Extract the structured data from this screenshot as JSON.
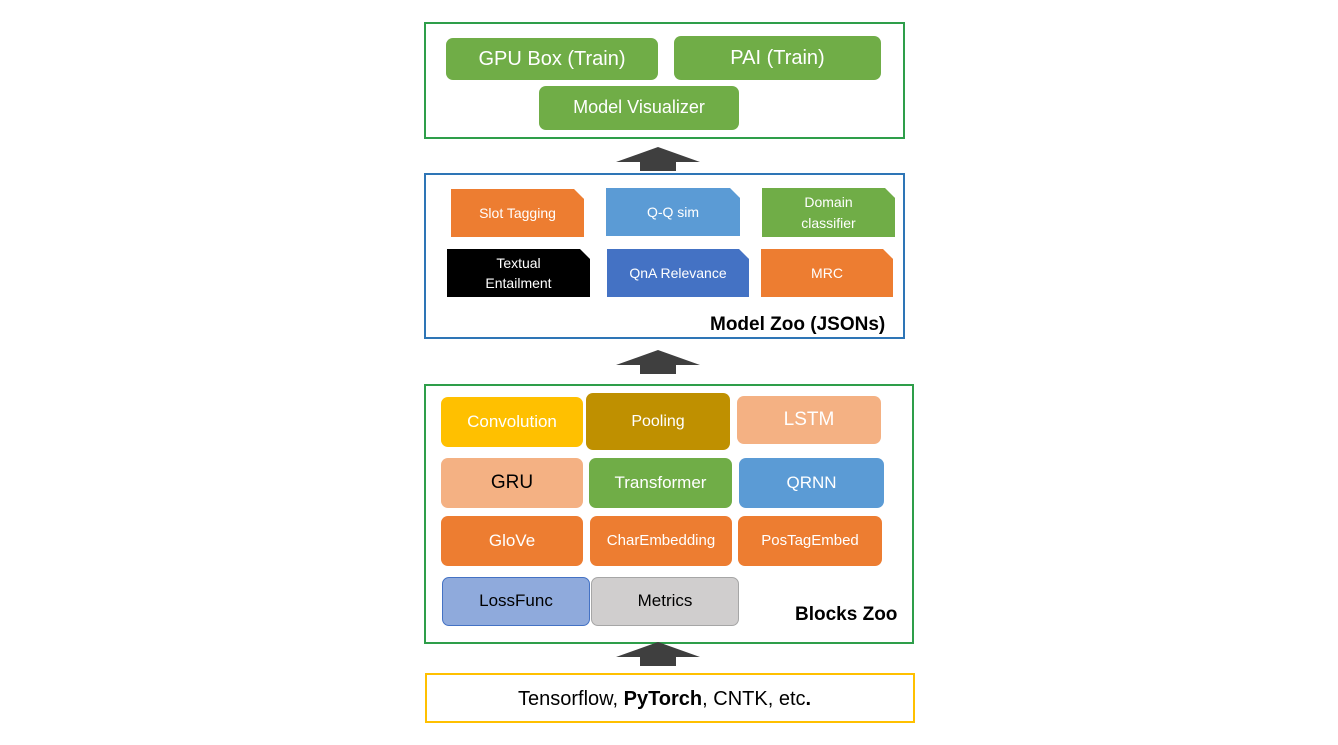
{
  "training": {
    "gpu_box": "GPU Box (Train)",
    "pai": "PAI (Train)",
    "visualizer": "Model Visualizer"
  },
  "model_zoo": {
    "label": "Model Zoo (JSONs)",
    "slot_tagging": "Slot Tagging",
    "qq_sim": "Q-Q sim",
    "domain_classifier": "Domain\nclassifier",
    "textual_entailment": "Textual\nEntailment",
    "qna_relevance": "QnA Relevance",
    "mrc": "MRC"
  },
  "blocks_zoo": {
    "label": "Blocks Zoo",
    "convolution": "Convolution",
    "pooling": "Pooling",
    "lstm": "LSTM",
    "gru": "GRU",
    "transformer": "Transformer",
    "qrnn": "QRNN",
    "glove": "GloVe",
    "char_embedding": "CharEmbedding",
    "pos_tag_embed": "PosTagEmbed",
    "loss_func": "LossFunc",
    "metrics": "Metrics"
  },
  "frameworks": {
    "tensorflow": "Tensorflow, ",
    "pytorch": "PyTorch",
    "rest": ", CNTK, etc",
    "period": "."
  },
  "colors": {
    "green": "#70ad47",
    "orange": "#ed7d31",
    "blue": "#5b9bd5",
    "dark_blue": "#4472c4",
    "gold": "#ffc000",
    "olive": "#bf9000",
    "peach": "#f4b183",
    "lavender": "#8faadc",
    "gray": "#d0cece",
    "panel_green_border": "#2e9e4a",
    "panel_blue_border": "#2e75b6",
    "panel_gold_border": "#ffc000"
  }
}
